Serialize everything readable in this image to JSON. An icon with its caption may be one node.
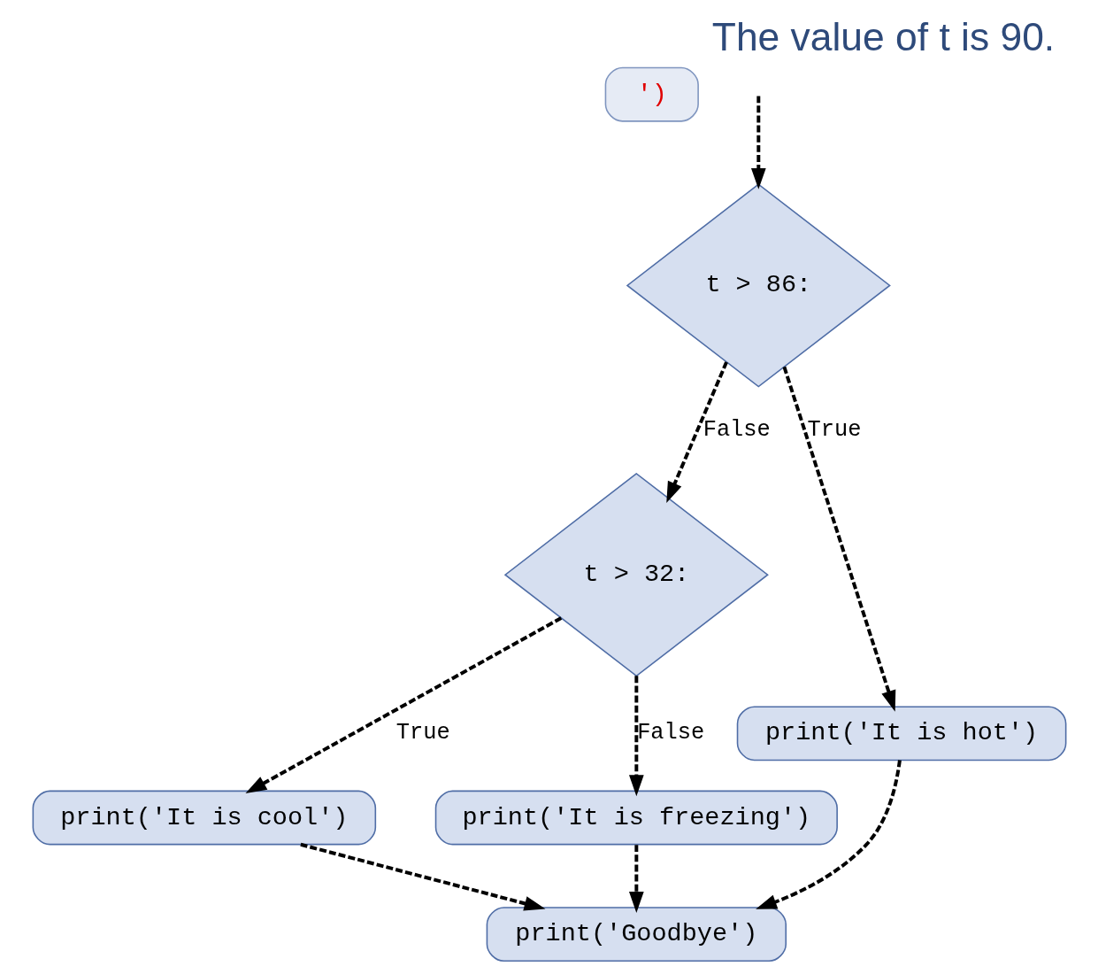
{
  "diagram": {
    "title": "The value of t is 90.",
    "nodes": [
      {
        "text": [
          "')"
        ]
      },
      {
        "text": [
          "t > 86:"
        ]
      },
      {
        "text": [
          "t > 32:"
        ]
      },
      {
        "text": [
          "print('It is hot')"
        ]
      },
      {
        "text": [
          "print('It is cool')"
        ]
      },
      {
        "text": [
          "print('It is freezing')"
        ]
      },
      {
        "text": [
          "print('Goodbye')"
        ]
      }
    ],
    "edges": [
      {
        "from": null,
        "to": 1,
        "arrow": "to",
        "style": "dashed"
      },
      {
        "from": 1,
        "to": 3,
        "arrow": "to",
        "label": "True",
        "style": "dashed"
      },
      {
        "from": 1,
        "to": 2,
        "arrow": "to",
        "label": "False",
        "style": "dashed"
      },
      {
        "from": 2,
        "to": 4,
        "arrow": "to",
        "label": "True",
        "style": "dashed"
      },
      {
        "from": 2,
        "to": 5,
        "arrow": "to",
        "label": "False",
        "style": "dashed"
      },
      {
        "from": 5,
        "to": 6,
        "arrow": "to",
        "style": "dashed"
      },
      {
        "from": 4,
        "to": 6,
        "arrow": "to",
        "style": "dashed"
      },
      {
        "from": 3,
        "to": 6,
        "arrow": "to",
        "style": "dashed"
      }
    ]
  }
}
